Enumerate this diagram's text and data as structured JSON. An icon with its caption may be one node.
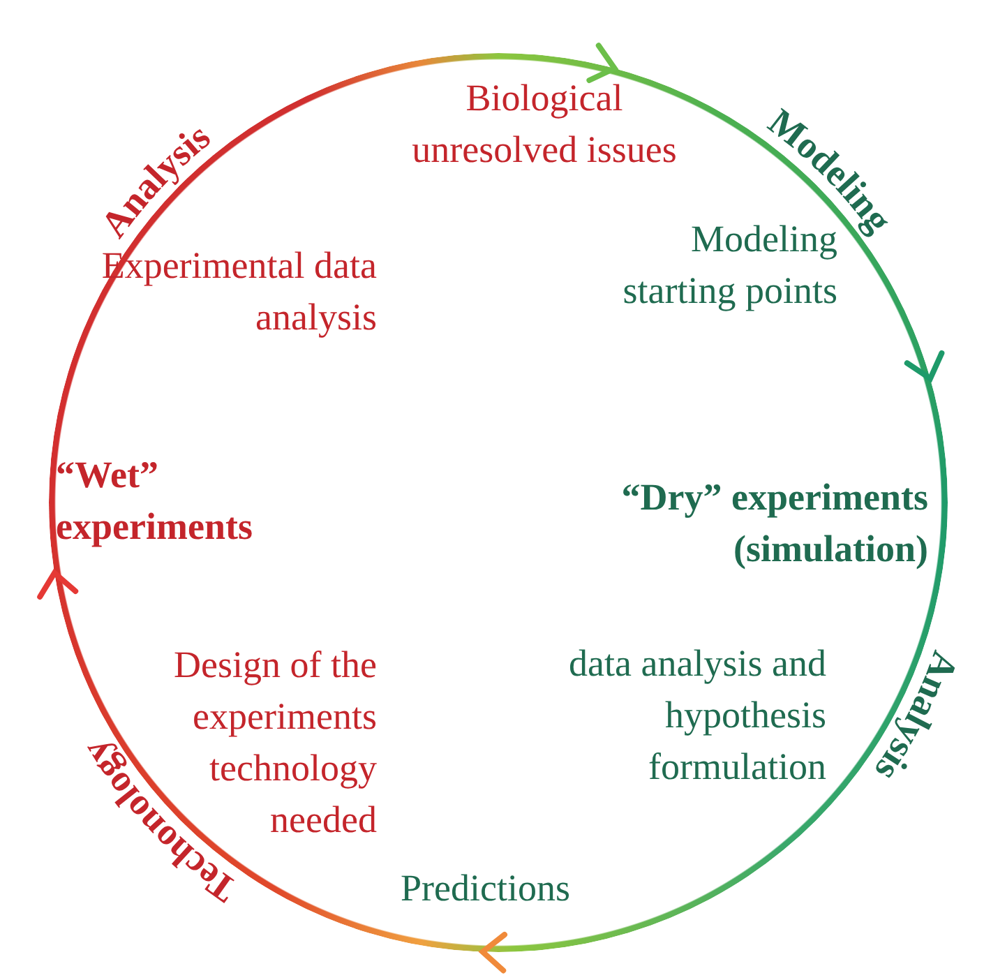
{
  "diagram": {
    "labels": [
      "Analysis",
      "Biological unresolved issues",
      "Modeling",
      "Experimental data analysis",
      "Modeling starting points",
      "“Wet” experiments",
      "“Dry” experiments (simulation)",
      "Design of the experiments technology needed",
      "data analysis and hypothesis formulation",
      "Analysis",
      "Predictions",
      "Techonology"
    ]
  }
}
